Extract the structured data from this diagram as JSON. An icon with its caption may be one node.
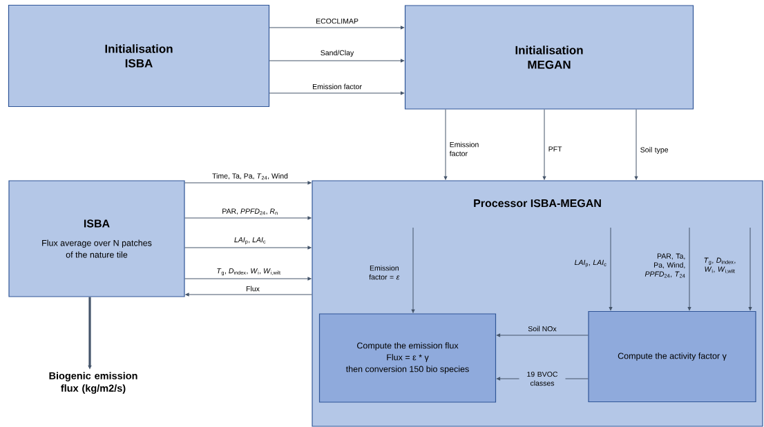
{
  "diagram": {
    "nodes": [
      {
        "text": [
          "Initialisation ISBA"
        ]
      },
      {
        "text": [
          "Initialisation MEGAN"
        ]
      },
      {
        "text": [
          "ISBA",
          "Flux average over N patches of the nature tile"
        ]
      },
      {
        "text": [
          "Processor ISBA-MEGAN"
        ]
      },
      {
        "text": [
          "Compute the emission flux",
          "Flux = ε * γ",
          "then conversion 150 bio species"
        ],
        "in": 3
      },
      {
        "text": [
          "Compute the activity factor γ"
        ],
        "in": 3
      },
      {
        "text": [
          "Biogenic emission flux (kg/m2/s)"
        ]
      }
    ],
    "edges": [
      {
        "from": 0,
        "to": 1,
        "arrow": "to",
        "label": "ECOCLIMAP"
      },
      {
        "from": 0,
        "to": 1,
        "arrow": "to",
        "label": "Sand/Clay"
      },
      {
        "from": 0,
        "to": 1,
        "arrow": "to",
        "label": "Emission factor"
      },
      {
        "from": 1,
        "to": 3,
        "arrow": "to",
        "label": "Emission factor"
      },
      {
        "from": 1,
        "to": 3,
        "arrow": "to",
        "label": "PFT"
      },
      {
        "from": 1,
        "to": 3,
        "arrow": "to",
        "label": "Soil type"
      },
      {
        "from": 2,
        "to": 3,
        "arrow": "to",
        "label": "Time, Ta, Pa, *T*$_{24}$, Wind"
      },
      {
        "from": 2,
        "to": 3,
        "arrow": "to",
        "label": "PAR, *PPFD*$_{24}$, *R*$_{n}$"
      },
      {
        "from": 2,
        "to": 3,
        "arrow": "to",
        "label": "*LAI*$_{p}$, *LAI*$_{c}$"
      },
      {
        "from": 2,
        "to": 3,
        "arrow": "to",
        "label": "*T*$_{g}$, *D*$_{index}$, *W*$_{i}$, *W*$_{i,wilt}$"
      },
      {
        "from": 3,
        "to": 2,
        "arrow": "to",
        "label": "Flux"
      },
      {
        "from": null,
        "to": 4,
        "arrow": "to",
        "label": "Emission factor = *ε*"
      },
      {
        "from": null,
        "to": 5,
        "arrow": "to",
        "label": "*LAI*$_{p}$, *LAI*$_{c}$"
      },
      {
        "from": null,
        "to": 5,
        "arrow": "to",
        "label": "PAR, Ta, Pa, Wind, *PPFD*$_{24}$, *T*$_{24}$"
      },
      {
        "from": null,
        "to": 5,
        "arrow": "to",
        "label": "*T*$_{g}$, *D*$_{index}$, *W*$_{i}$, *W*$_{i,wilt}$"
      },
      {
        "from": 5,
        "to": 4,
        "arrow": "to",
        "label": "Soil NOx"
      },
      {
        "from": 5,
        "to": 4,
        "arrow": "to",
        "label": "19 BVOC classes"
      },
      {
        "from": 2,
        "to": 6,
        "arrow": "to",
        "style": "thick"
      }
    ]
  }
}
